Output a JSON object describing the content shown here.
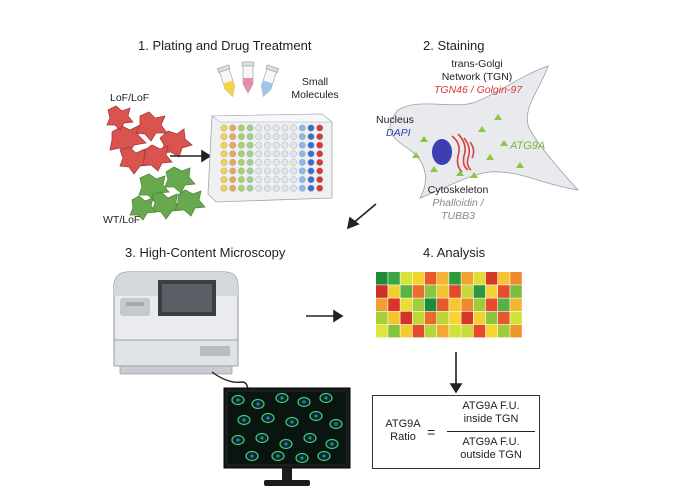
{
  "steps": {
    "s1": "1.  Plating and Drug Treatment",
    "s2": "2. Staining",
    "s3": "3. High-Content Microscopy",
    "s4": "4. Analysis"
  },
  "plating": {
    "lof": "LoF/LoF",
    "wt": "WT/LoF",
    "small_molecules_1": "Small",
    "small_molecules_2": "Molecules"
  },
  "staining": {
    "tgn_1": "trans-Golgi",
    "tgn_2": "Network (TGN)",
    "tgn_markers": "TGN46 / Golgin-97",
    "nucleus": "Nucleus",
    "dapi": "DAPI",
    "atg9a": "ATG9A",
    "cyto": "Cytoskeleton",
    "cyto_markers_1": "Phalloidin /",
    "cyto_markers_2": "TUBB3"
  },
  "formula": {
    "lhs_1": "ATG9A",
    "lhs_2": "Ratio",
    "equals": "=",
    "num_1": "ATG9A F.U.",
    "num_2": "inside TGN",
    "den_1": "ATG9A F.U.",
    "den_2": "outside TGN"
  },
  "heatmap": [
    [
      "#1f8a3a",
      "#3aa544",
      "#d8e23a",
      "#f3d52e",
      "#e85a2a",
      "#f5b534",
      "#2e9a40",
      "#f2a12f",
      "#e3dc38",
      "#d63a26",
      "#f6c430",
      "#ef8a2e"
    ],
    [
      "#cf2f25",
      "#f0d030",
      "#58b342",
      "#eb6e2c",
      "#8cc63f",
      "#f2c531",
      "#e5482a",
      "#c6d936",
      "#2c9940",
      "#f7d234",
      "#e64b2c",
      "#7dbf3d"
    ],
    [
      "#f1a02f",
      "#d8352a",
      "#e9dc36",
      "#a3cd3a",
      "#1f8a3a",
      "#e65a2a",
      "#f5c830",
      "#ee8a2e",
      "#9fcb3b",
      "#e84a2b",
      "#56b243",
      "#f3b632"
    ],
    [
      "#a8cf3a",
      "#f4c42f",
      "#d43328",
      "#c3d736",
      "#ea6a2b",
      "#bcd438",
      "#f7d537",
      "#d7372a",
      "#f0d033",
      "#8dc63e",
      "#e5582a",
      "#cfe23a"
    ],
    [
      "#e0e43c",
      "#86c33e",
      "#f0cd31",
      "#e24c2b",
      "#b7d539",
      "#f2a92f",
      "#d2e03a",
      "#c8dc38",
      "#e9482a",
      "#f6d431",
      "#a0cc3b",
      "#ef952e"
    ]
  ],
  "colors": {
    "red_cell": "#d9534f",
    "green_cell": "#6aa84f",
    "tgn": "#d94141",
    "nucleus": "#3b3fb0",
    "atg9a": "#8dc63f"
  }
}
